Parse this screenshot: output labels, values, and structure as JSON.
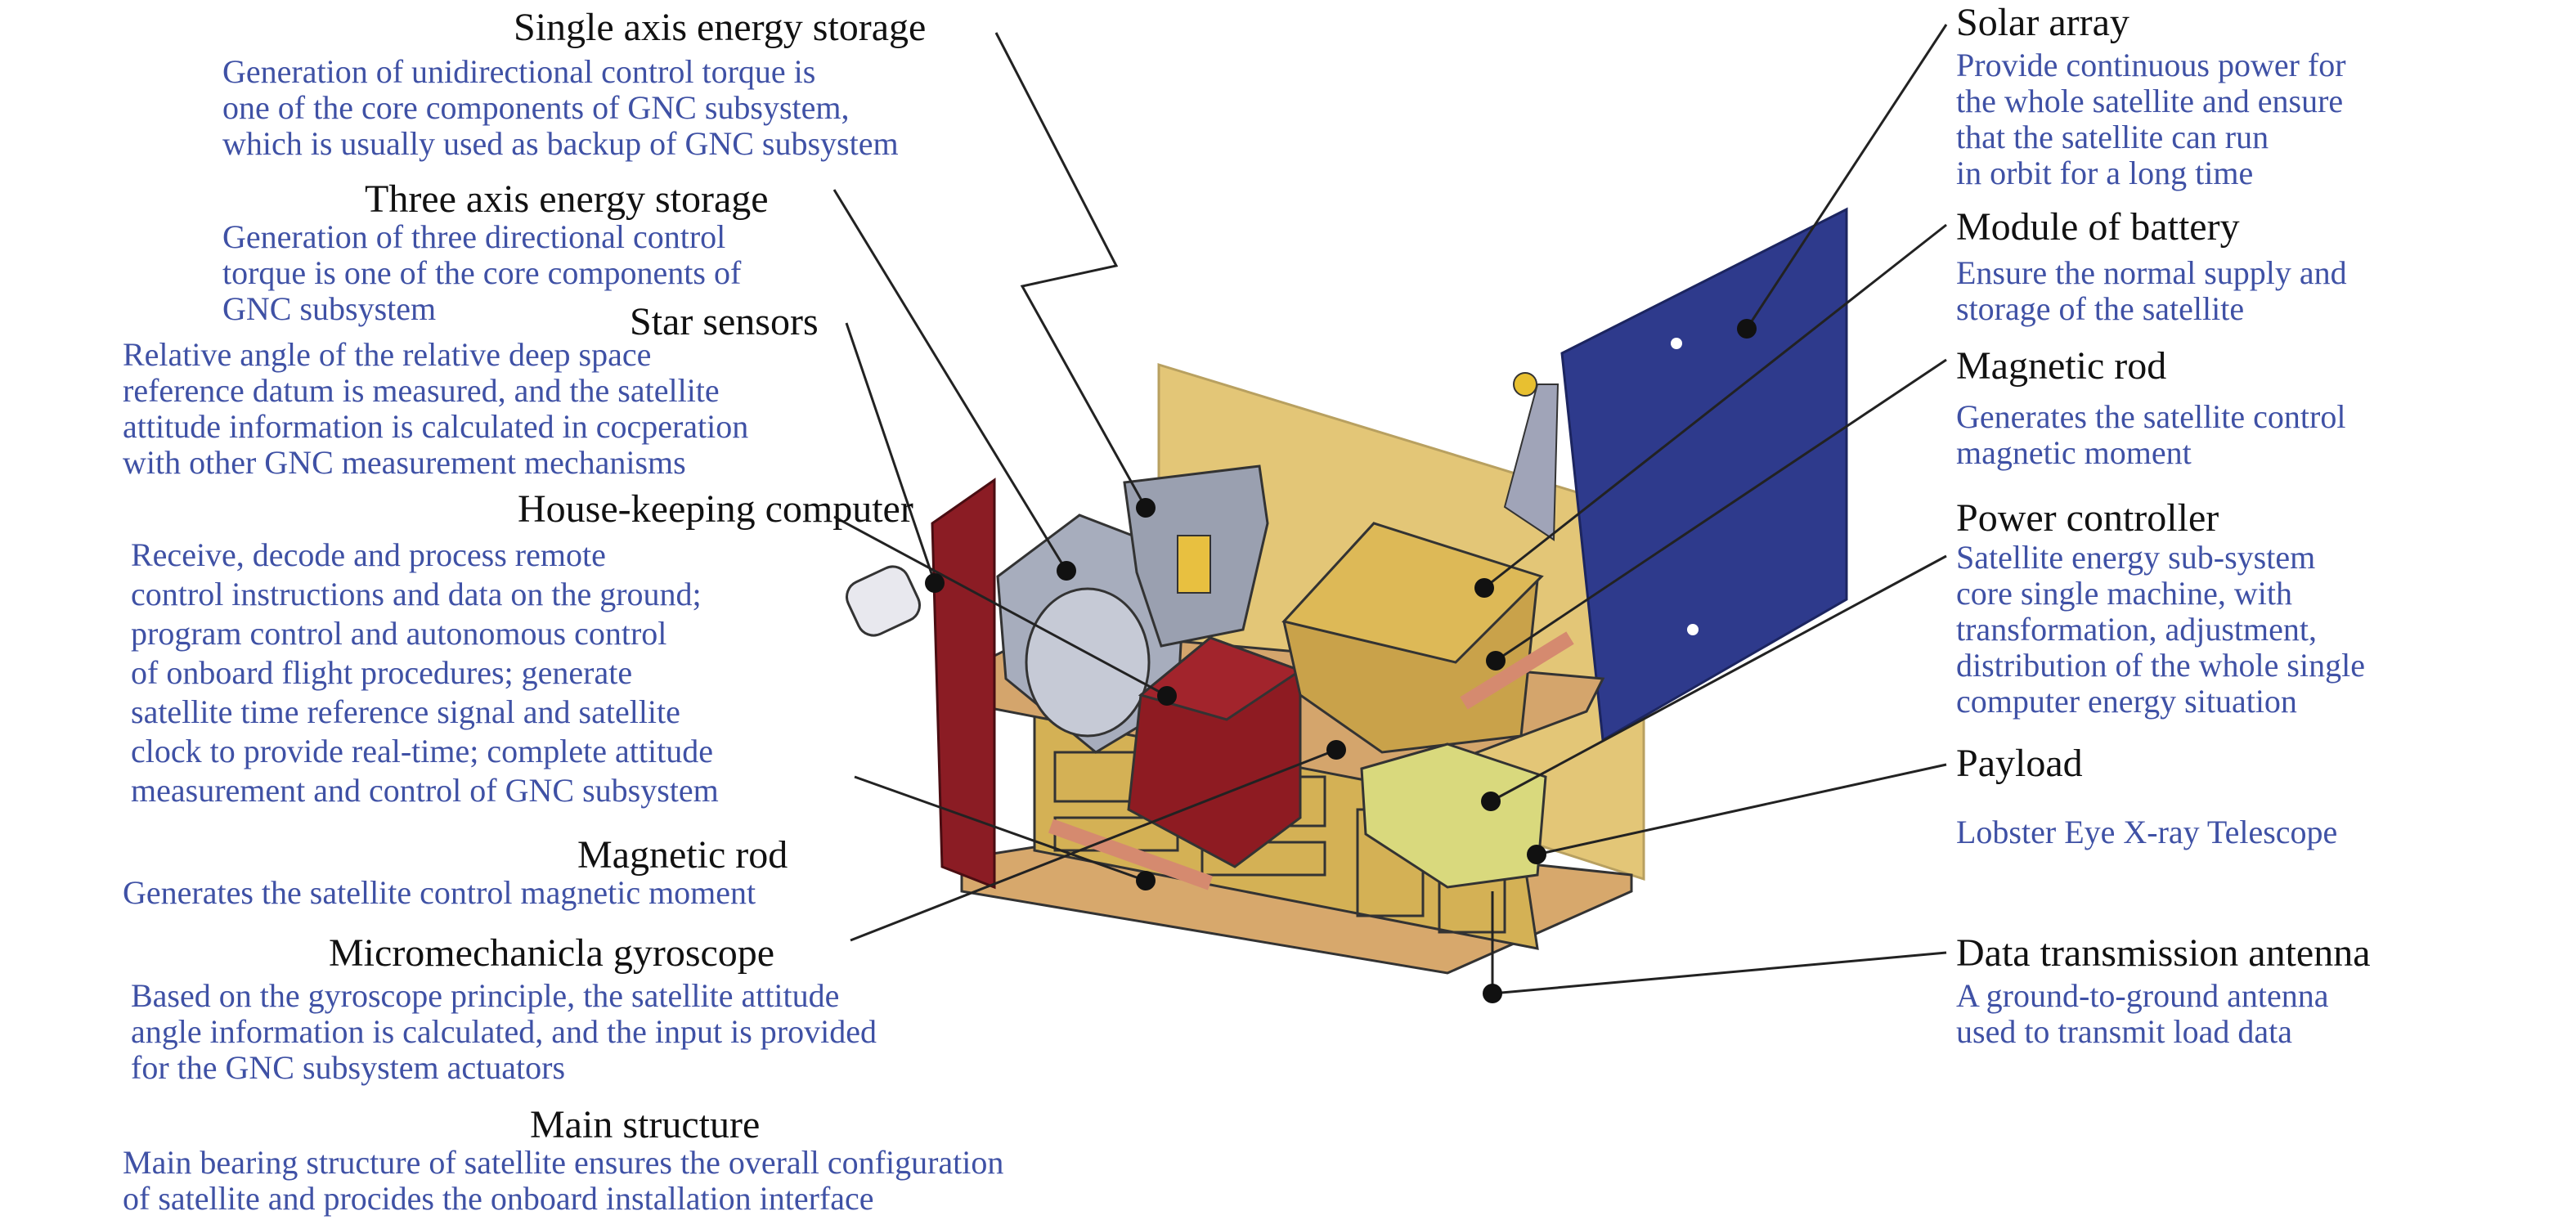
{
  "colors": {
    "description": "#3f51a5",
    "heading": "#111111",
    "solar_panel": "#2e3a8c",
    "side_panel": "#8b1c24",
    "structure": "#d9b56a"
  },
  "left": [
    {
      "title": "Single axis energy storage",
      "lines": [
        "Generation of unidirectional control torque is",
        "one of the core components of GNC subsystem,",
        "which is usually used as backup of GNC subsystem"
      ]
    },
    {
      "title": "Three axis energy storage",
      "lines": [
        "Generation of three directional control",
        "torque is one of the core components of",
        "GNC subsystem"
      ]
    },
    {
      "title": "Star sensors",
      "lines": [
        "Relative angle of the relative deep space",
        "reference datum is measured, and the satellite",
        "attitude information is calculated in cocperation",
        "with other GNC measurement mechanisms"
      ]
    },
    {
      "title": "House-keeping computer",
      "lines": [
        "Receive, decode and process remote",
        "control instructions and data on the ground;",
        "program control and autonomous control",
        "of onboard flight procedures; generate",
        "satellite time reference signal and satellite",
        "clock to provide real-time; complete attitude",
        "measurement and control of GNC subsystem"
      ]
    },
    {
      "title": "Magnetic rod",
      "lines": [
        "Generates the satellite control magnetic moment"
      ]
    },
    {
      "title": "Micromechanicla gyroscope",
      "lines": [
        "Based on the gyroscope principle, the satellite attitude",
        "angle information is calculated, and the input is provided",
        "for the GNC subsystem actuators"
      ]
    },
    {
      "title": "Main structure",
      "lines": [
        "Main bearing structure of satellite ensures the overall configuration",
        "of satellite and procides the onboard installation interface"
      ]
    }
  ],
  "right": [
    {
      "title": "Solar array",
      "lines": [
        "Provide continuous power for",
        "the whole satellite and ensure",
        "that the satellite can run",
        "in orbit for a long time"
      ]
    },
    {
      "title": "Module of battery",
      "lines": [
        "Ensure the normal supply and",
        "storage of the satellite"
      ]
    },
    {
      "title": "Magnetic rod",
      "lines": [
        "Generates the satellite control",
        "magnetic moment"
      ]
    },
    {
      "title": "Power controller",
      "lines": [
        "Satellite energy sub-system",
        "core single machine, with",
        "transformation, adjustment,",
        "distribution of the whole single",
        "computer energy situation"
      ]
    },
    {
      "title": "Payload",
      "lines": [
        "Lobster Eye X-ray Telescope"
      ]
    },
    {
      "title": "Data transmission antenna",
      "lines": [
        "A ground-to-ground antenna",
        "used to transmit load data"
      ]
    }
  ]
}
